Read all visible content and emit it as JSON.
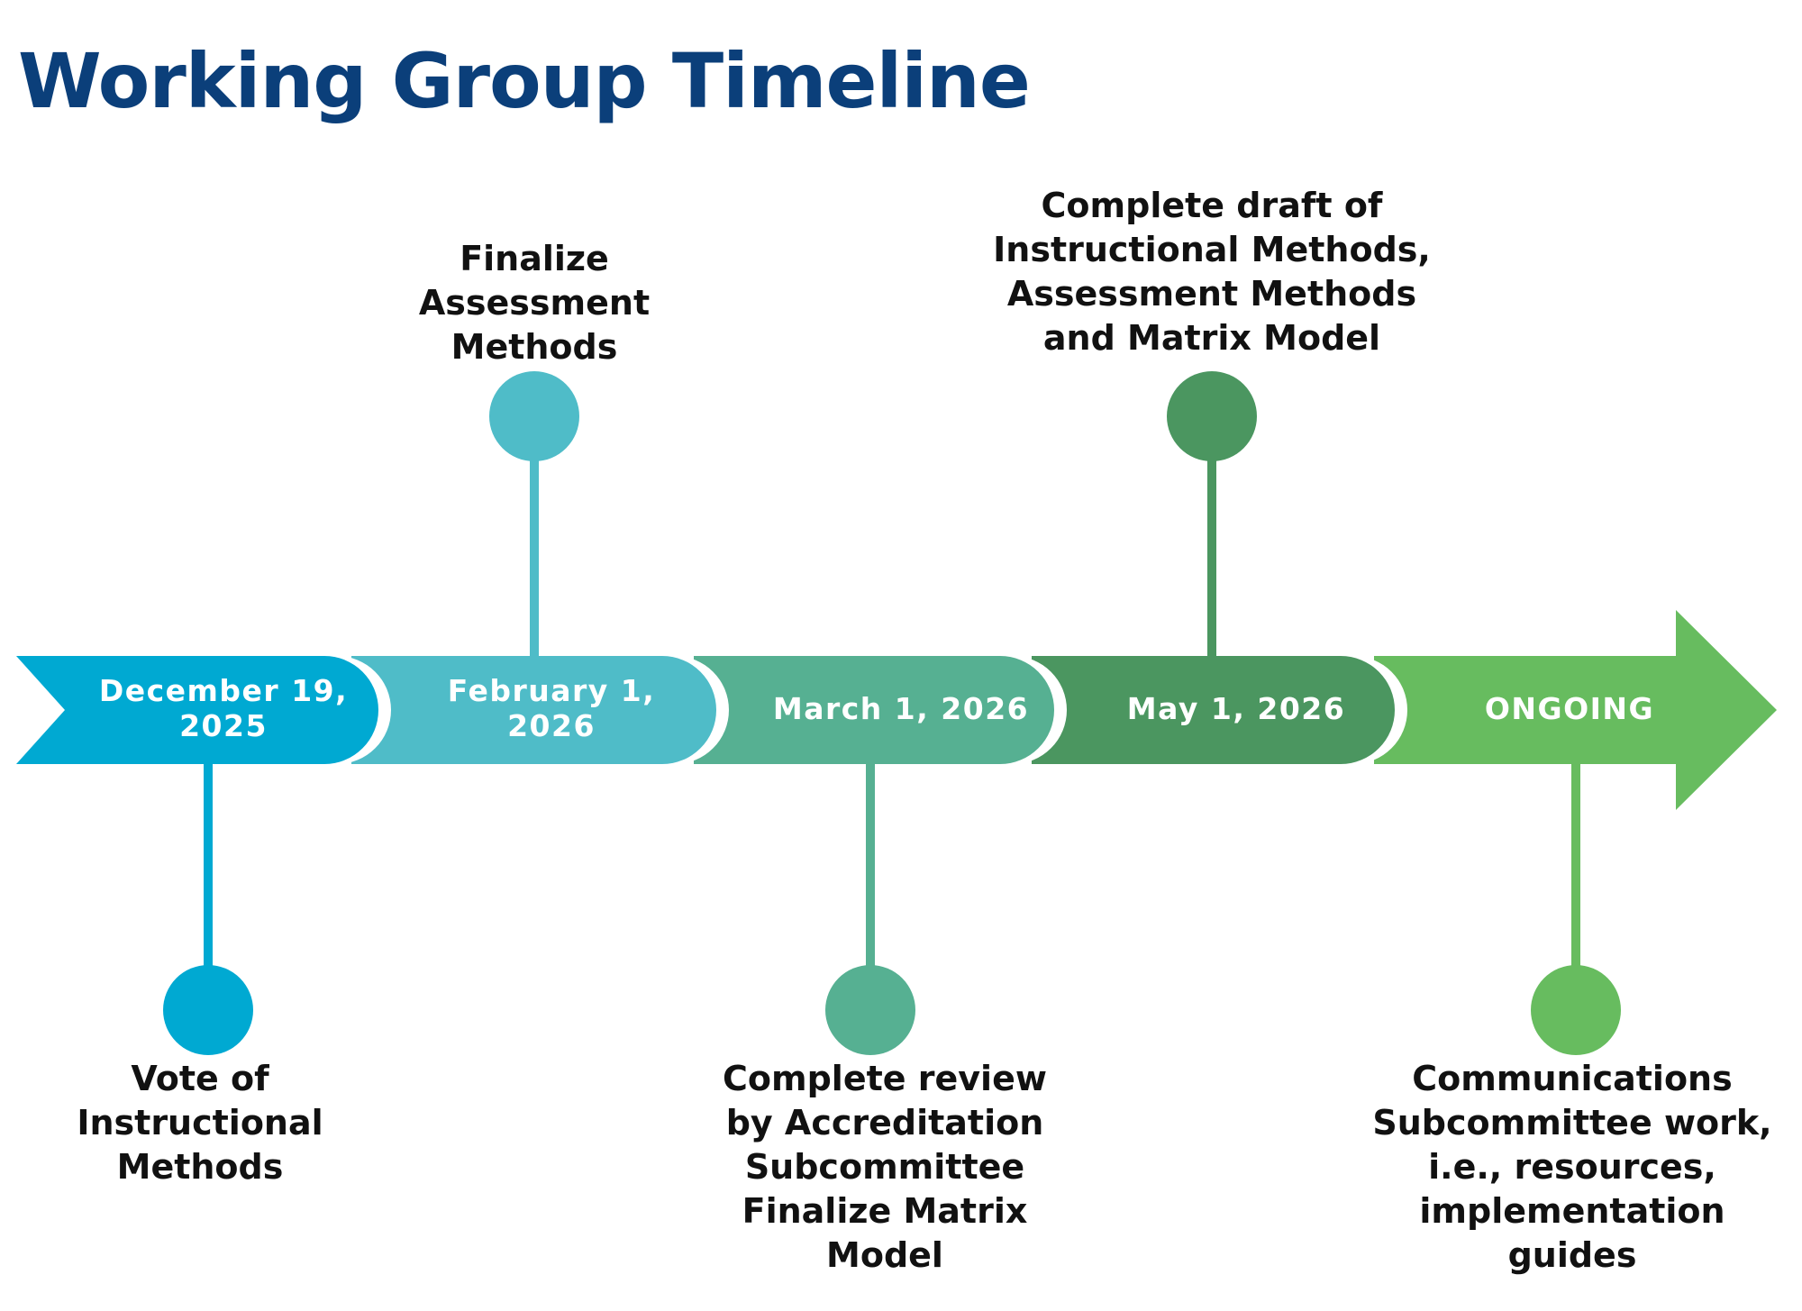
{
  "title": "Working Group Timeline",
  "title_color": "#0b3f7a",
  "milestones": [
    {
      "date": "December 19,\n2025",
      "description": "Vote of\nInstructional\nMethods",
      "color": "#00a9d2",
      "position": "below"
    },
    {
      "date": "February 1,\n2026",
      "description": "Finalize\nAssessment\nMethods",
      "color": "#4fbcc8",
      "position": "above"
    },
    {
      "date": "March 1, 2026",
      "description": "Complete review\nby Accreditation\nSubcommittee\nFinalize Matrix\nModel",
      "color": "#56b092",
      "position": "below"
    },
    {
      "date": "May 1, 2026",
      "description": "Complete draft of\nInstructional Methods,\nAssessment Methods\nand Matrix Model",
      "color": "#4b9660",
      "position": "above"
    },
    {
      "date": "ONGOING",
      "description": "Communications\nSubcommittee work,\ni.e., resources,\nimplementation\nguides",
      "color": "#67bc5f",
      "position": "below"
    }
  ]
}
